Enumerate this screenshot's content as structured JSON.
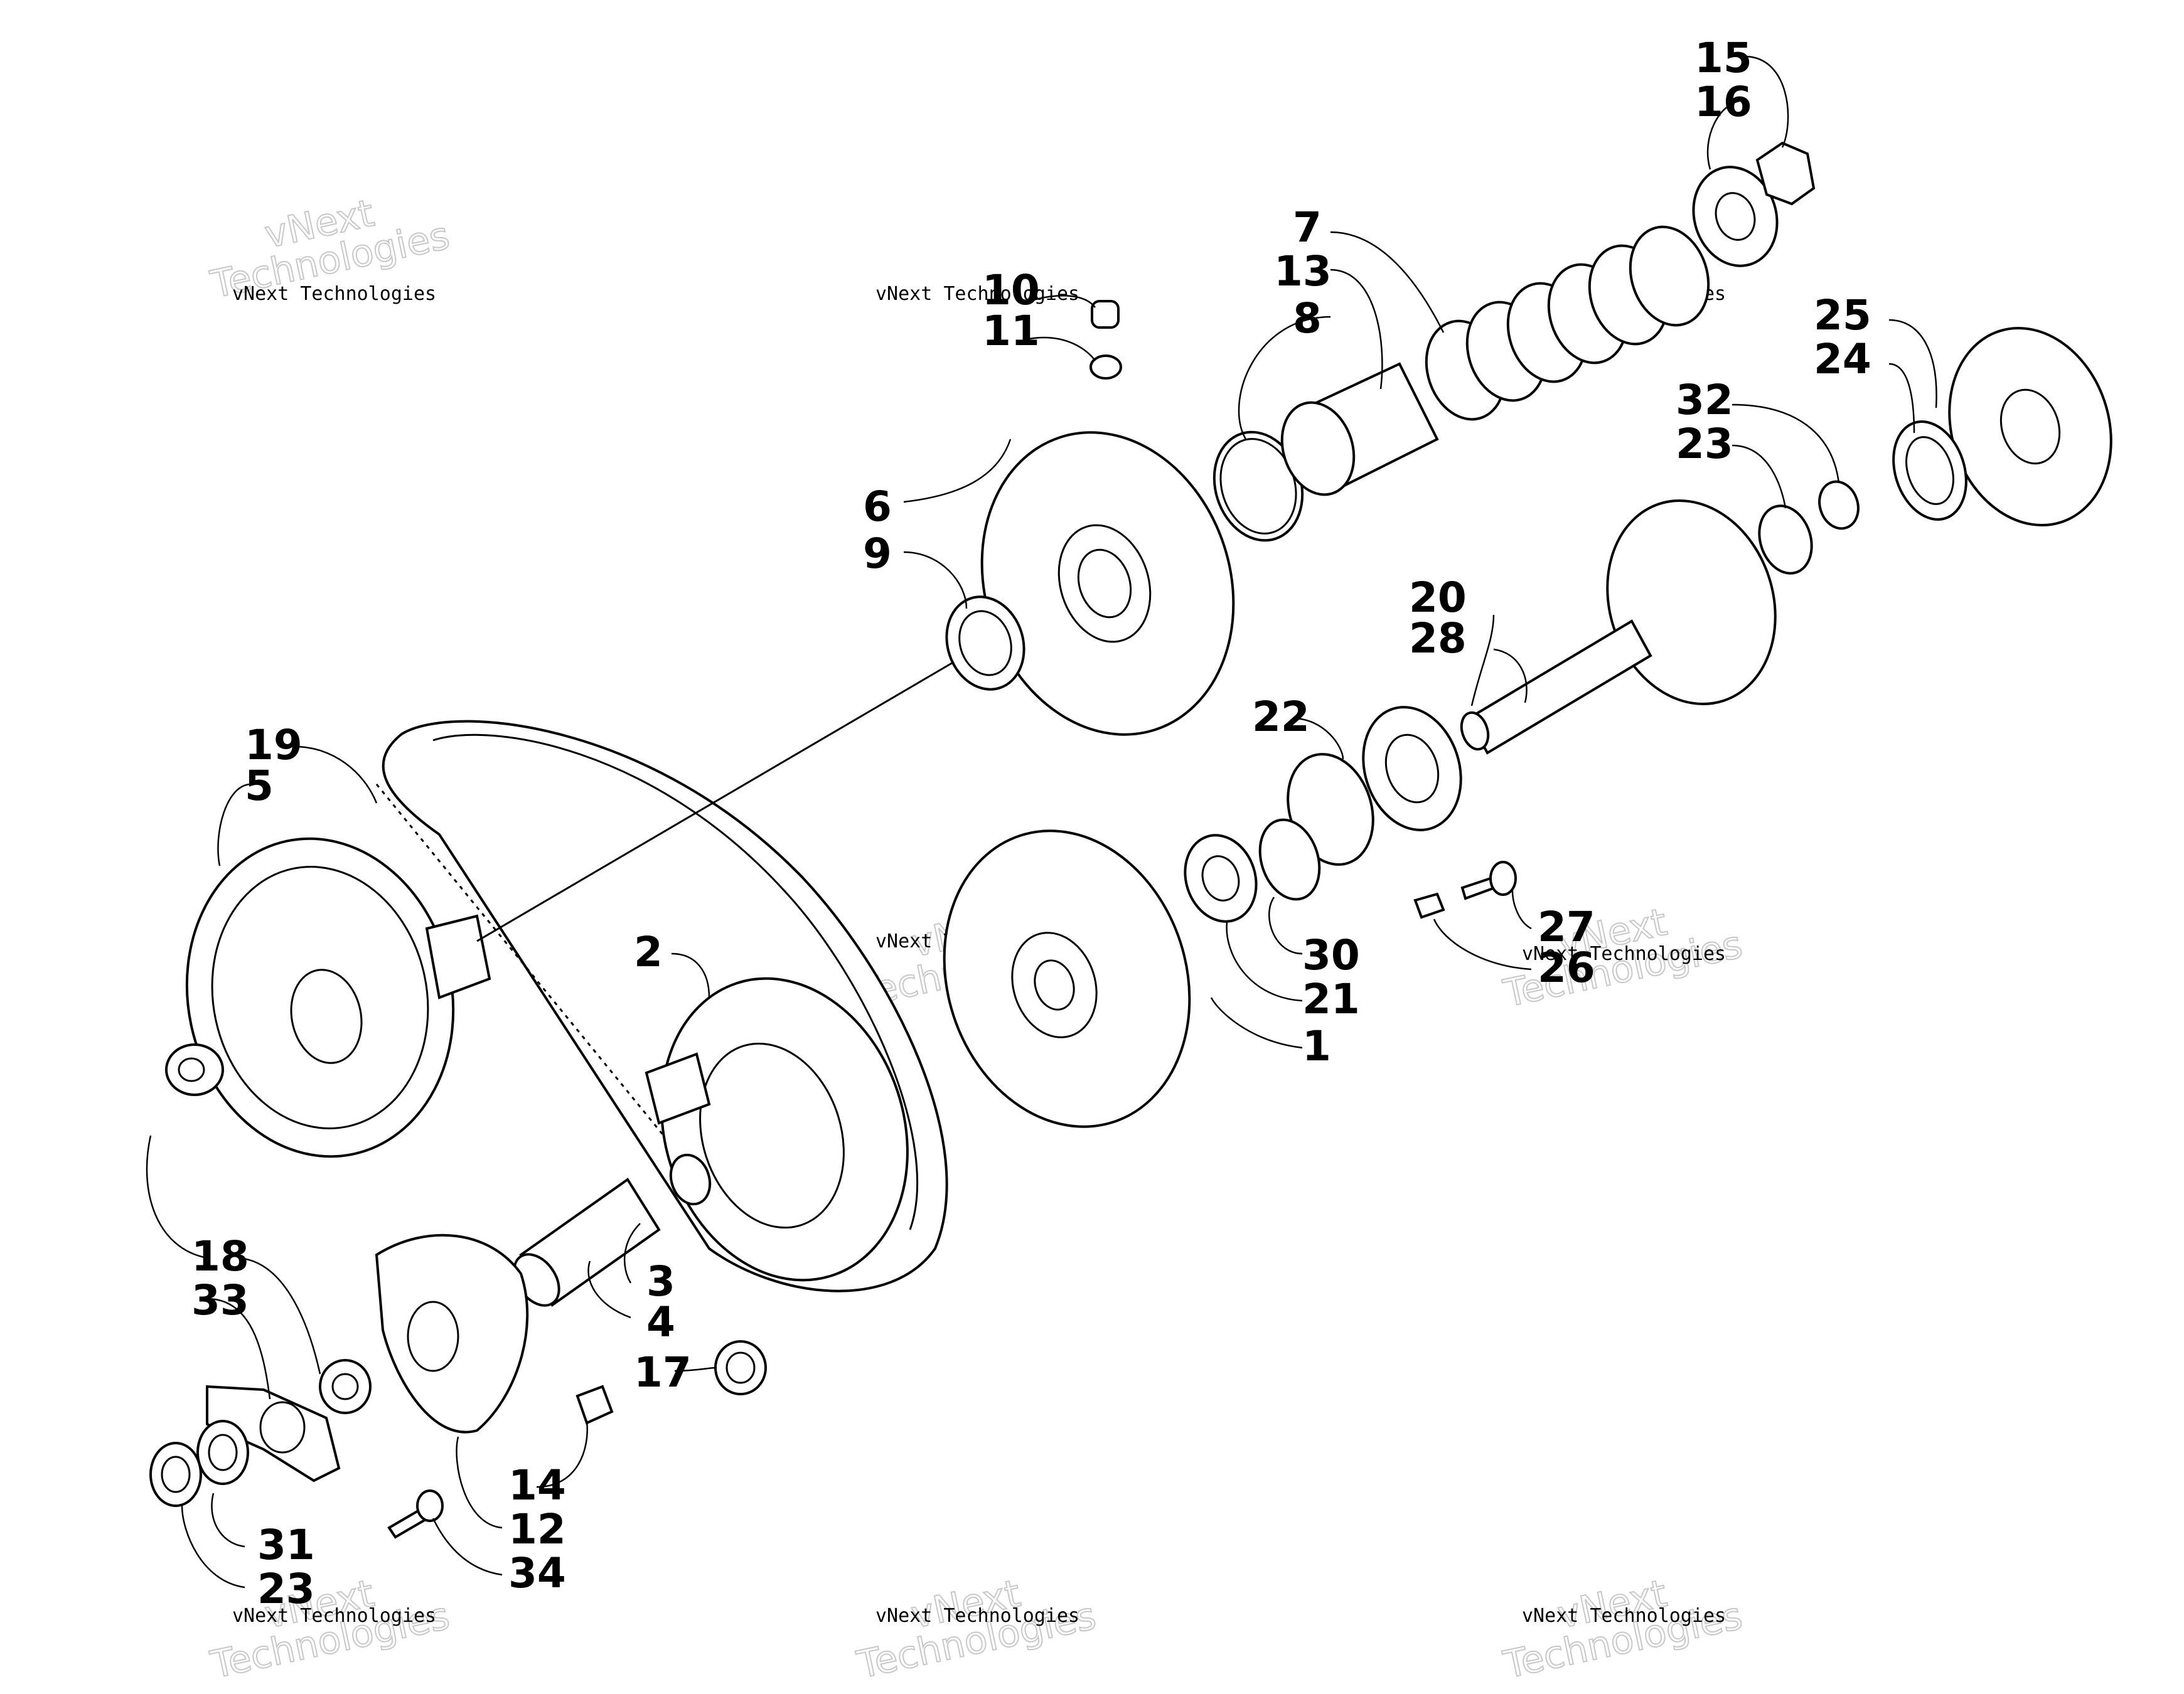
{
  "watermark": {
    "small_text": "vNext Technologies",
    "big_text_line1": "vNext",
    "big_text_line2": "Technologies"
  },
  "callouts": {
    "c1": "1",
    "c2": "2",
    "c3": "3",
    "c4": "4",
    "c5": "5",
    "c6": "6",
    "c7": "7",
    "c8": "8",
    "c9": "9",
    "c10": "10",
    "c11": "11",
    "c12": "12",
    "c13": "13",
    "c14": "14",
    "c15": "15",
    "c16": "16",
    "c17": "17",
    "c18": "18",
    "c19": "19",
    "c20": "20",
    "c21": "21",
    "c22": "22",
    "c23a": "23",
    "c23b": "23",
    "c24": "24",
    "c25": "25",
    "c26": "26",
    "c27": "27",
    "c28": "28",
    "c30": "30",
    "c31": "31",
    "c32": "32",
    "c33": "33",
    "c34": "34"
  }
}
